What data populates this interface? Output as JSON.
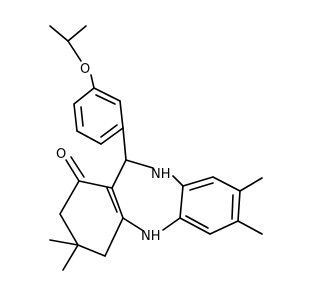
{
  "diagram": {
    "atoms": [
      {
        "id": "o_ether",
        "label": "O"
      },
      {
        "id": "o_ketone",
        "label": "O"
      },
      {
        "id": "nh_top",
        "label": "NH"
      },
      {
        "id": "nh_bottom",
        "label": "NH"
      }
    ]
  }
}
